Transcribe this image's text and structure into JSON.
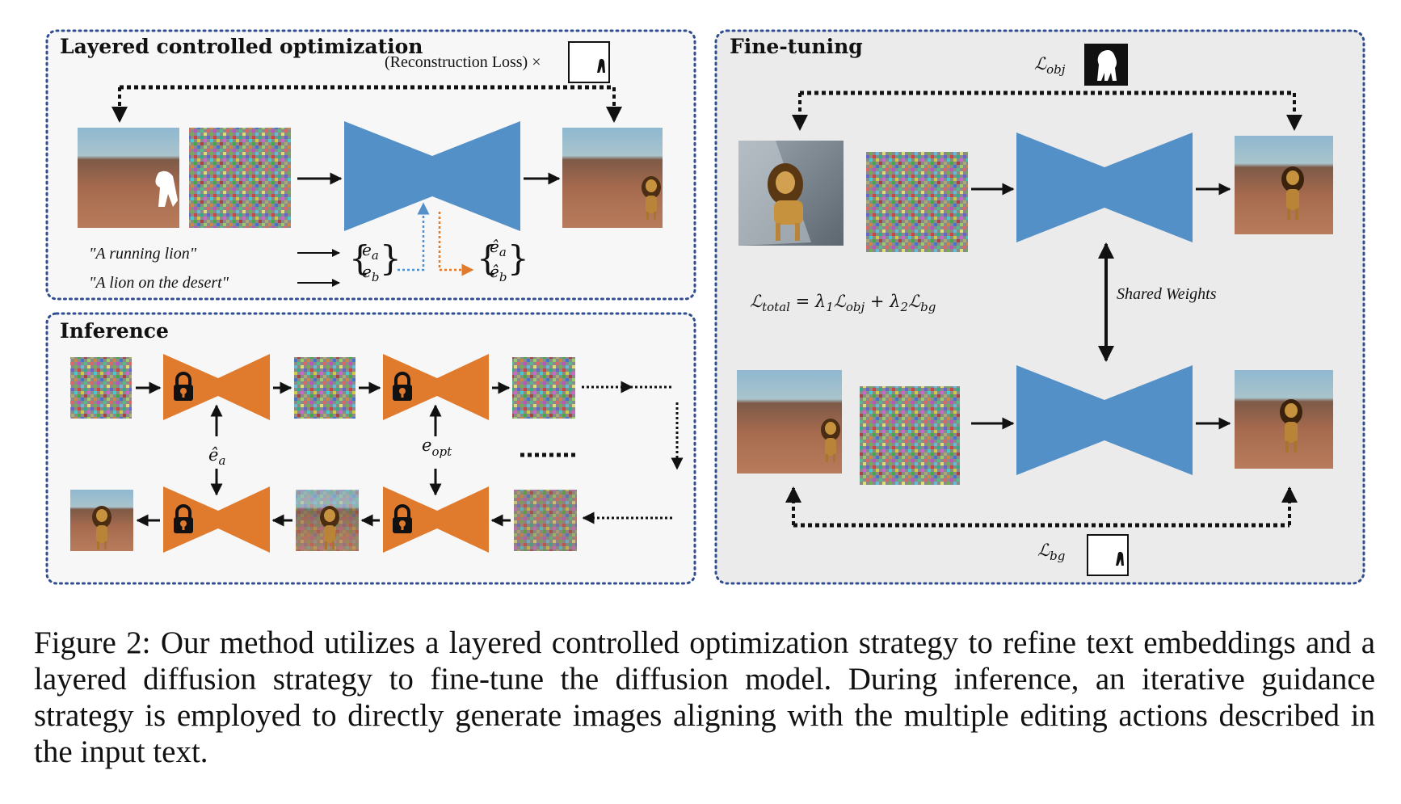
{
  "panels": {
    "lco": {
      "title": "Layered controlled optimization",
      "loss_label": "(Reconstruction Loss) ×",
      "prompt_a": "\"A running lion\"",
      "prompt_b": "\"A lion on the desert\"",
      "emb_a": "e",
      "emb_a_sub": "a",
      "emb_b": "e",
      "emb_b_sub": "b",
      "emb_hat_a": "ê",
      "emb_hat_a_sub": "a",
      "emb_hat_b": "ê",
      "emb_hat_b_sub": "b"
    },
    "inference": {
      "title": "Inference",
      "cond_a": "ê",
      "cond_a_sub": "a",
      "cond_opt": "e",
      "cond_opt_sub": "opt"
    },
    "finetune": {
      "title": "Fine-tuning",
      "loss_obj": "ℒ",
      "loss_obj_sub": "obj",
      "loss_bg": "ℒ",
      "loss_bg_sub": "bg",
      "shared_weights": "Shared Weights",
      "total_lhs": "ℒ",
      "total_lhs_sub": "total",
      "total_eq": " = λ",
      "total_l1_sub": "1",
      "total_t1": "ℒ",
      "total_t1_sub": "obj",
      "total_plus": " + λ",
      "total_l2_sub": "2",
      "total_t2": "ℒ",
      "total_t2_sub": "bg"
    }
  },
  "colors": {
    "panel_border": "#2f4d8f",
    "unet_blue": "#5390c7",
    "unet_orange": "#e07b2e",
    "finetune_bg": "#ebebeb",
    "panel_bg": "#f7f7f7"
  },
  "caption": "Figure 2: Our method utilizes a layered controlled optimization strategy to refine text embeddings and a layered diffusion strategy to fine-tune the diffusion model. During inference, an iterative guidance strategy is employed to directly generate images aligning with the multiple editing actions described in the input text."
}
